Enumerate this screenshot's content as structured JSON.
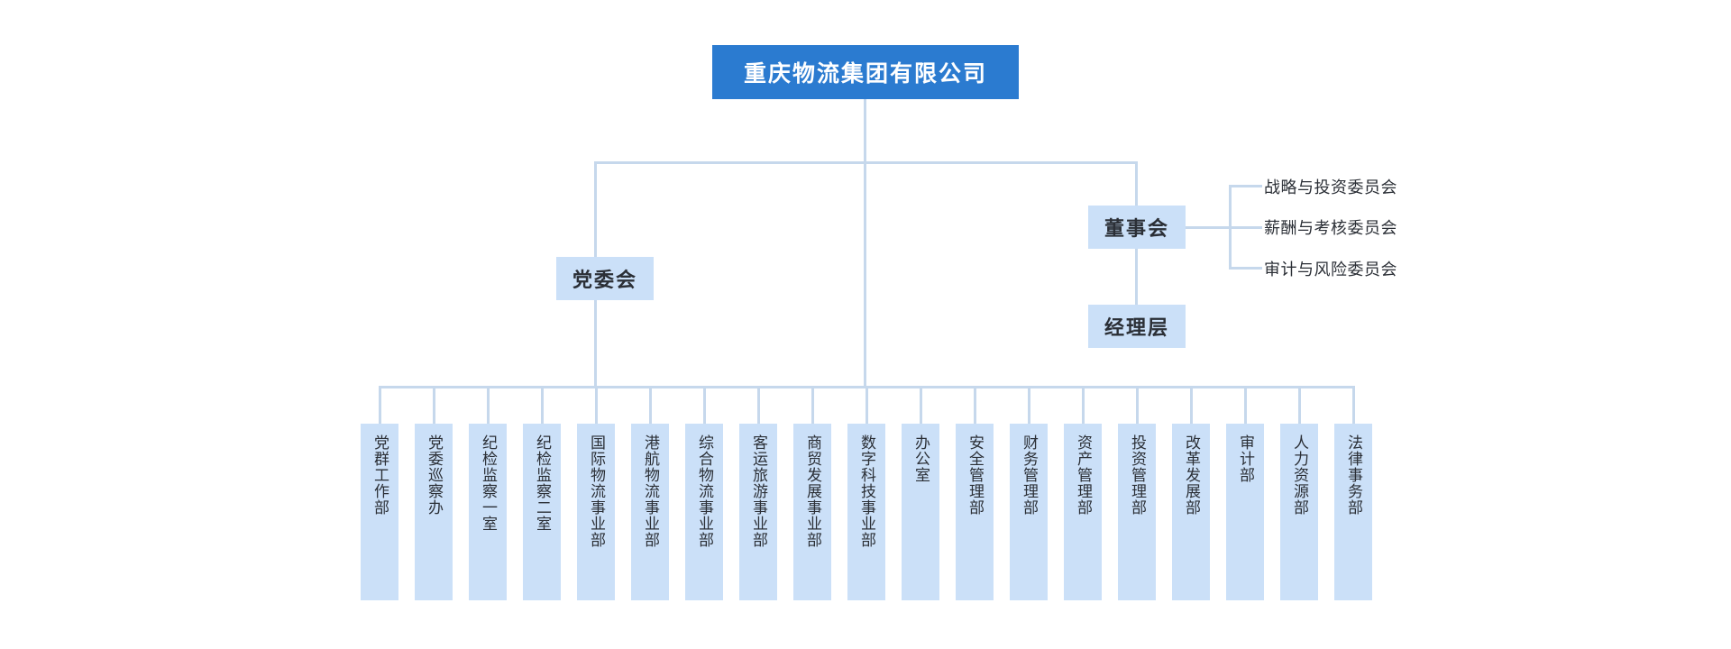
{
  "colors": {
    "root_fill": "#2b7bd0",
    "root_text": "#ffffff",
    "node_fill": "#cbe0f8",
    "node_text": "#2b2f36",
    "connector": "#c6d8ec",
    "background": "#ffffff"
  },
  "root": {
    "label": "重庆物流集团有限公司"
  },
  "governance": {
    "party_committee": "党委会",
    "board_of_directors": "董事会",
    "management": "经理层"
  },
  "committees": [
    {
      "label": "战略与投资委员会"
    },
    {
      "label": "薪酬与考核委员会"
    },
    {
      "label": "审计与风险委员会"
    }
  ],
  "departments": [
    {
      "label": "党群工作部"
    },
    {
      "label": "党委巡察办"
    },
    {
      "label": "纪检监察一室"
    },
    {
      "label": "纪检监察二室"
    },
    {
      "label": "国际物流事业部"
    },
    {
      "label": "港航物流事业部"
    },
    {
      "label": "综合物流事业部"
    },
    {
      "label": "客运旅游事业部"
    },
    {
      "label": "商贸发展事业部"
    },
    {
      "label": "数字科技事业部"
    },
    {
      "label": "办公室"
    },
    {
      "label": "安全管理部"
    },
    {
      "label": "财务管理部"
    },
    {
      "label": "资产管理部"
    },
    {
      "label": "投资管理部"
    },
    {
      "label": "改革发展部"
    },
    {
      "label": "审计部"
    },
    {
      "label": "人力资源部"
    },
    {
      "label": "法律事务部"
    }
  ]
}
